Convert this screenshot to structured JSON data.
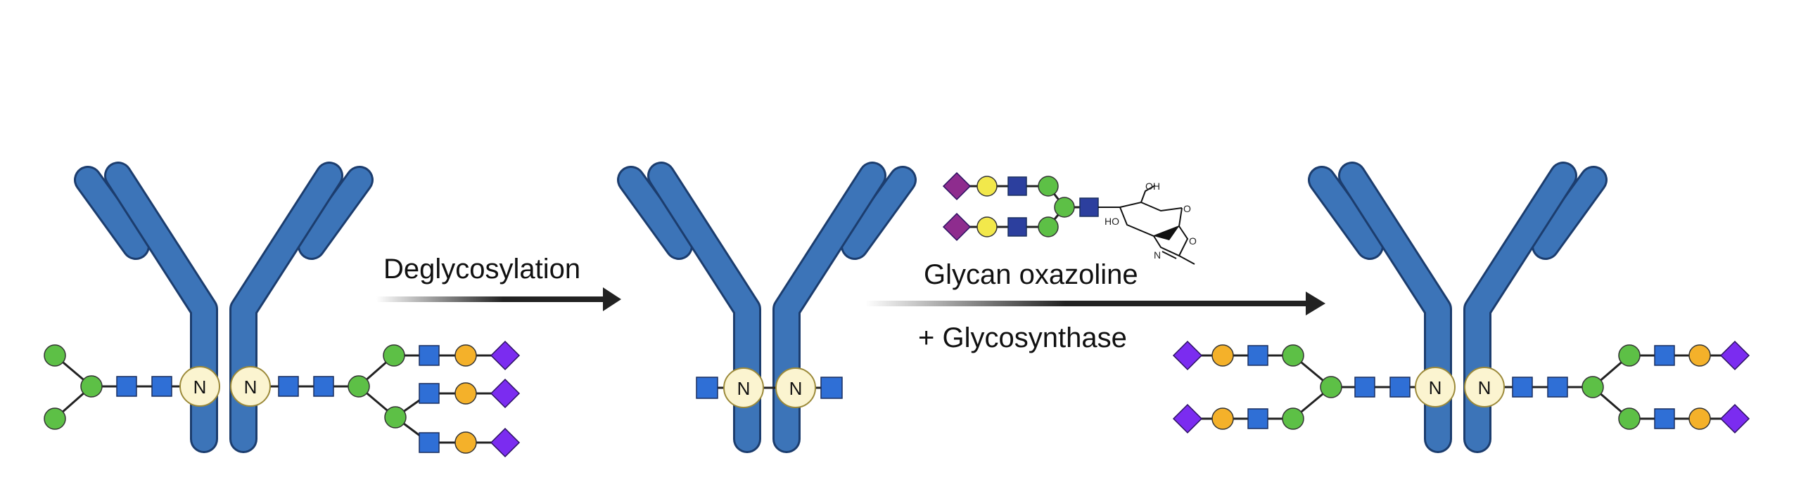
{
  "steps": {
    "deglycosylation": "Deglycosylation",
    "glycan_oxazoline": "Glycan oxazoline",
    "glycosynthase": "+ Glycosynthase"
  },
  "site_label": "N",
  "atoms": {
    "oh": "OH",
    "ho": "HO",
    "n": "N",
    "o1": "O",
    "o2": "O"
  },
  "colors": {
    "antibody_fill": "#3c74b8",
    "antibody_stroke": "#1c3d6e",
    "glcnac": "#2f6fd6",
    "glcnac_dark": "#2c3f9e",
    "mannose": "#5dc046",
    "galactose": "#f4b12a",
    "galactose_alt": "#f2e84b",
    "sialic_acid": "#7b2cf0",
    "sialic_acid_alt": "#8e2c8e",
    "asn_site": "#fbf4d0",
    "arrow": "#222222"
  },
  "icons": [
    "antibody-icon",
    "glcnac-square",
    "mannose-circle",
    "galactose-circle",
    "sialic-acid-diamond",
    "asparagine-site",
    "oxazoline-structure"
  ]
}
